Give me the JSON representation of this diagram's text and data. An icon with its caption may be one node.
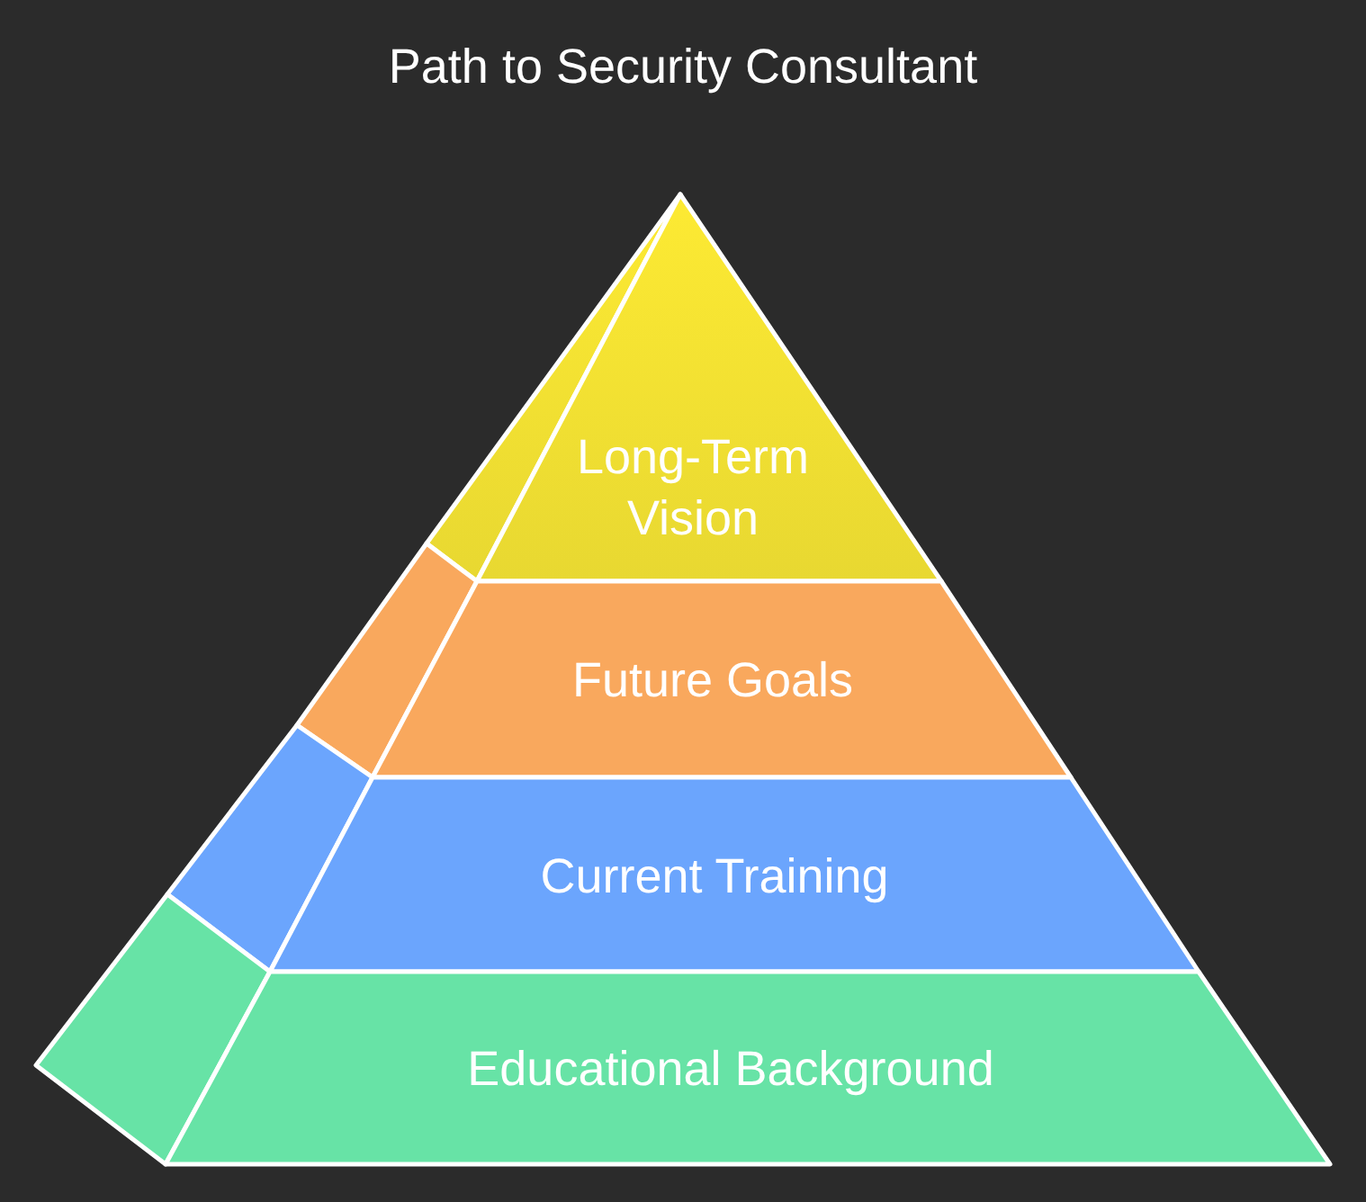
{
  "diagram": {
    "title": "Path to Security Consultant",
    "nodes": [
      {
        "text": [
          "Long-Term Vision"
        ]
      },
      {
        "text": [
          "Future Goals"
        ]
      },
      {
        "text": [
          "Current Training"
        ]
      },
      {
        "text": [
          "Educational Background"
        ]
      }
    ]
  }
}
